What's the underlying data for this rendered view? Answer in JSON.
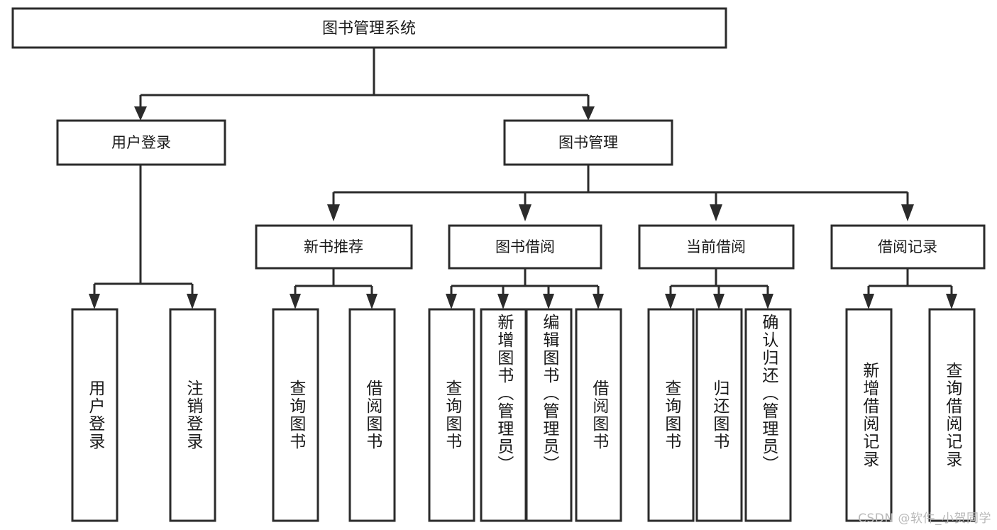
{
  "diagram": {
    "title": "图书管理系统",
    "type": "hierarchy-tree",
    "watermark": "CSDN @软件_小贺同学",
    "colors": {
      "stroke": "#2b2b2b",
      "fill": "#ffffff",
      "text": "#1a1a1a",
      "watermark": "#b9b9b9",
      "background": "#ffffff"
    },
    "levels": {
      "root": {
        "label": "图书管理系统"
      },
      "level2": [
        {
          "id": "user-login",
          "label": "用户登录"
        },
        {
          "id": "book-management",
          "label": "图书管理"
        }
      ],
      "level3": [
        {
          "id": "new-book-recommend",
          "label": "新书推荐",
          "parent": "book-management"
        },
        {
          "id": "book-borrow",
          "label": "图书借阅",
          "parent": "book-management"
        },
        {
          "id": "current-borrow",
          "label": "当前借阅",
          "parent": "book-management"
        },
        {
          "id": "borrow-record",
          "label": "借阅记录",
          "parent": "book-management"
        }
      ],
      "leaves": [
        {
          "id": "leaf-user-login",
          "label": "用户登录",
          "parent": "user-login"
        },
        {
          "id": "leaf-logout-login",
          "label": "注销登录",
          "parent": "user-login"
        },
        {
          "id": "leaf-query-book-1",
          "label": "查询图书",
          "parent": "new-book-recommend"
        },
        {
          "id": "leaf-borrow-book-1",
          "label": "借阅图书",
          "parent": "new-book-recommend"
        },
        {
          "id": "leaf-query-book-2",
          "label": "查询图书",
          "parent": "book-borrow"
        },
        {
          "id": "leaf-add-book",
          "label": "新增图书（管理员）",
          "parent": "book-borrow"
        },
        {
          "id": "leaf-edit-book",
          "label": "编辑图书（管理员）",
          "parent": "book-borrow"
        },
        {
          "id": "leaf-borrow-book-2",
          "label": "借阅图书",
          "parent": "book-borrow"
        },
        {
          "id": "leaf-query-book-3",
          "label": "查询图书",
          "parent": "current-borrow"
        },
        {
          "id": "leaf-return-book",
          "label": "归还图书",
          "parent": "current-borrow"
        },
        {
          "id": "leaf-confirm-return",
          "label": "确认归还（管理员）",
          "parent": "current-borrow"
        },
        {
          "id": "leaf-add-record",
          "label": "新增借阅记录",
          "parent": "borrow-record"
        },
        {
          "id": "leaf-query-record",
          "label": "查询借阅记录",
          "parent": "borrow-record"
        }
      ]
    }
  }
}
